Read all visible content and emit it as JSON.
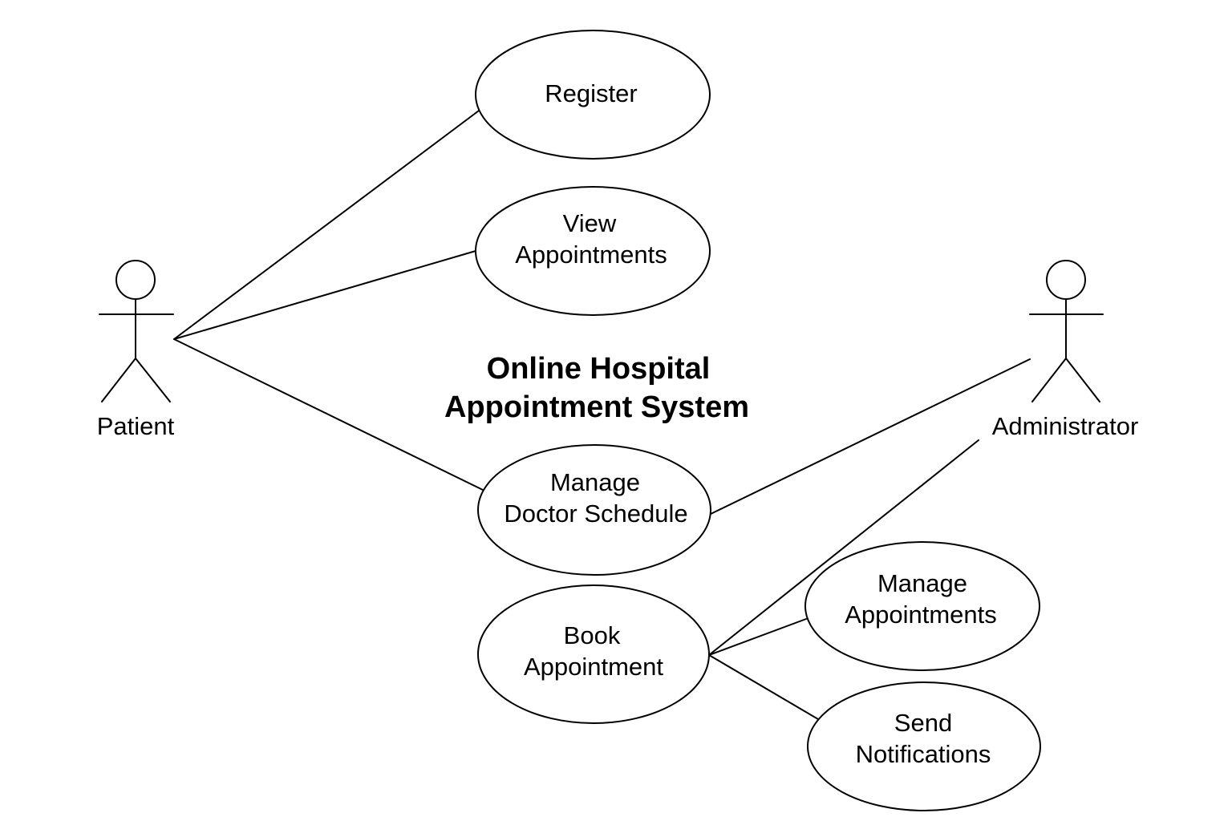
{
  "title": {
    "line1": "Online Hospital",
    "line2": "Appointment System"
  },
  "actors": {
    "patient": {
      "label": "Patient"
    },
    "administrator": {
      "label": "Administrator"
    }
  },
  "use_cases": {
    "register": {
      "line1": "Register"
    },
    "view_appointments": {
      "line1": "View",
      "line2": "Appointments"
    },
    "manage_doctor_schedule": {
      "line1": "Manage",
      "line2": "Doctor Schedule"
    },
    "book_appointment": {
      "line1": "Book",
      "line2": "Appointment"
    },
    "manage_appointments": {
      "line1": "Manage",
      "line2": "Appointments"
    },
    "send_notifications": {
      "line1": "Send",
      "line2": "Notifications"
    }
  },
  "relationships": [
    {
      "from": "Patient",
      "to": "Register"
    },
    {
      "from": "Patient",
      "to": "View Appointments"
    },
    {
      "from": "Patient",
      "to": "Manage Doctor Schedule"
    },
    {
      "from": "Administrator",
      "to": "Manage Doctor Schedule"
    },
    {
      "from": "Administrator",
      "to": "Book Appointment"
    },
    {
      "from": "Book Appointment",
      "to": "Manage Appointments"
    },
    {
      "from": "Book Appointment",
      "to": "Send Notifications"
    }
  ],
  "colors": {
    "line": "#000000",
    "background": "#ffffff"
  }
}
